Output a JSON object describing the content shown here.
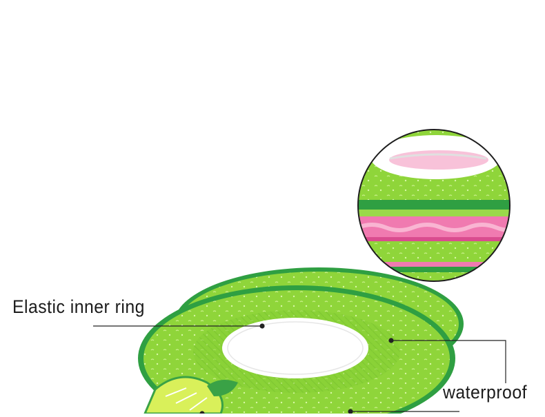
{
  "labels": {
    "elastic_inner_ring": "Elastic inner ring",
    "waterproof": "waterproof"
  },
  "colors": {
    "cap_green": "#8fd53a",
    "edge_green": "#2f9f42",
    "inner_white": "#ffffff",
    "pink_layer": "#f07ab0",
    "lime_accent": "#d9f05a"
  },
  "icons": {
    "zoom_detail": "magnified-layers-detail"
  }
}
